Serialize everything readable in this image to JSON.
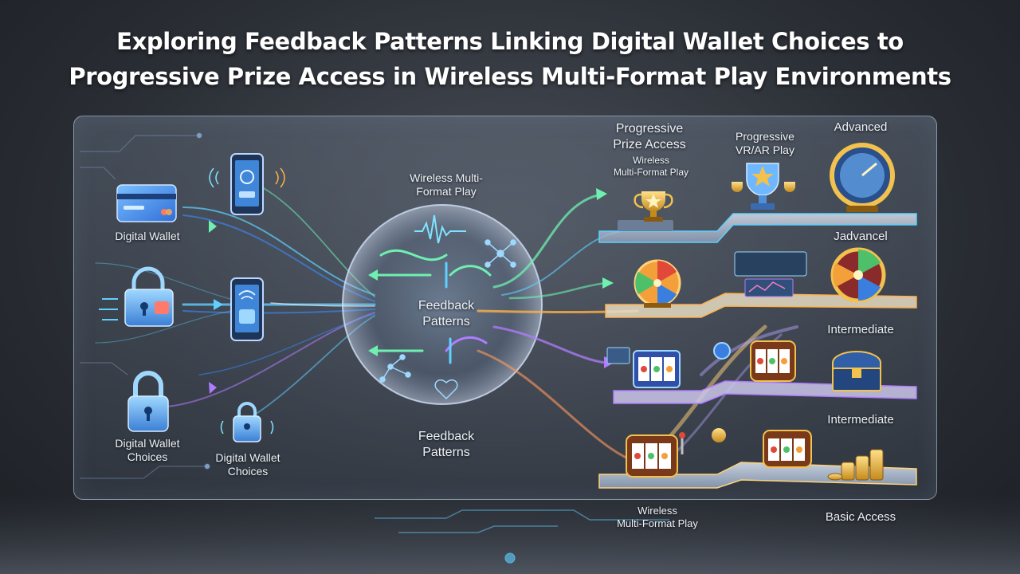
{
  "header": {
    "title_line1": "Exploring Feedback Patterns Linking Digital Wallet Choices to",
    "title_line2": "Progressive Prize Access in Wireless Multi-Format Play Environments"
  },
  "left": {
    "digital_wallet": "Digital Wallet",
    "wallet_choices_a": [
      "Digital Wallet",
      "Choices"
    ],
    "wallet_choices_b": [
      "Digital Wallet",
      "Choices"
    ]
  },
  "hub": {
    "wireless_label": [
      "Wireless Multi-",
      "Format Play"
    ],
    "center_label": [
      "Feedback",
      "Patterns"
    ],
    "below_label": [
      "Feedback",
      "Patterns"
    ]
  },
  "right": {
    "progressive_prize": [
      "Progressive",
      "Prize Access"
    ],
    "wireless_small": [
      "Wireless",
      "Multi-Format Play"
    ],
    "progressive_vr": [
      "Progressive",
      "VR/AR Play"
    ],
    "levels": {
      "advanced": "Advanced",
      "advanced_2": "Jadvancel",
      "intermediate_1": "Intermediate",
      "intermediate_2": "Intermediate",
      "basic": "Basic Access"
    },
    "bottom_wireless": [
      "Wireless",
      "Multi-Format Play"
    ]
  },
  "colors": {
    "cyan": "#5fd0ff",
    "blue": "#3a8cff",
    "green": "#6ff0b0",
    "purple": "#b07cff",
    "orange": "#ffb04a",
    "gold": "#f2c14e"
  }
}
